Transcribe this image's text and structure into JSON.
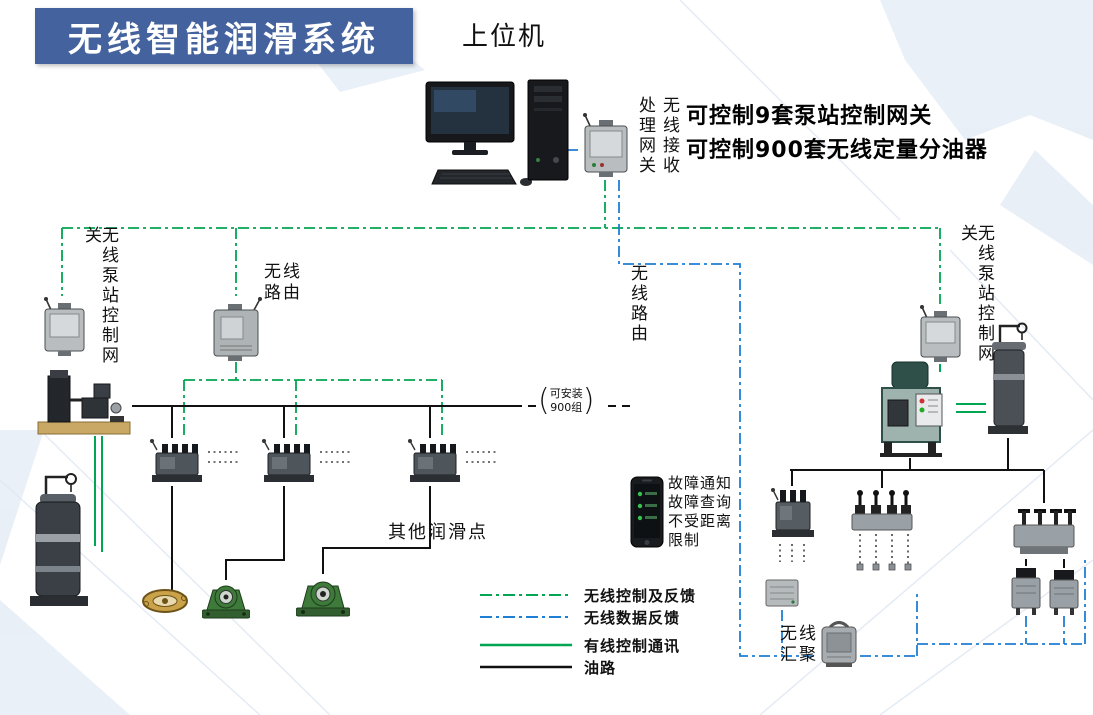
{
  "title": "无线智能润滑系统",
  "host": {
    "label": "上位机"
  },
  "receiver_gateway": {
    "col_left": "处理网关",
    "col_right": "无线接收"
  },
  "capabilities": {
    "line1": "可控制9套泵站控制网关",
    "line2": "可控制900套无线定量分油器"
  },
  "left_gateway_label": "无线泵站控制网关",
  "right_gateway_label": "无线泵站控制网关",
  "left_router_label": "无线路由",
  "center_router_label": "无线路由",
  "capacity_note": {
    "open": "(",
    "line1": "可安装",
    "line2": "900组",
    "close": ")"
  },
  "other_points_label": "其他润滑点",
  "fault": {
    "lines": [
      "故障通知",
      "故障查询",
      "不受距离",
      "限制"
    ]
  },
  "hub": {
    "line1": "无线",
    "line2": "汇聚"
  },
  "legend": {
    "items": [
      {
        "label": "无线控制及反馈",
        "style": "green-dashdot"
      },
      {
        "label": "无线数据反馈",
        "style": "blue-dashdot"
      },
      {
        "label": "有线控制通讯",
        "style": "green-solid"
      },
      {
        "label": "油路",
        "style": "black-solid"
      }
    ]
  },
  "colors": {
    "banner": "#44639E",
    "wireless_control": "#00A651",
    "wireless_data": "#1F7FD4",
    "wired_control": "#00A651",
    "oil_line": "#111111"
  }
}
